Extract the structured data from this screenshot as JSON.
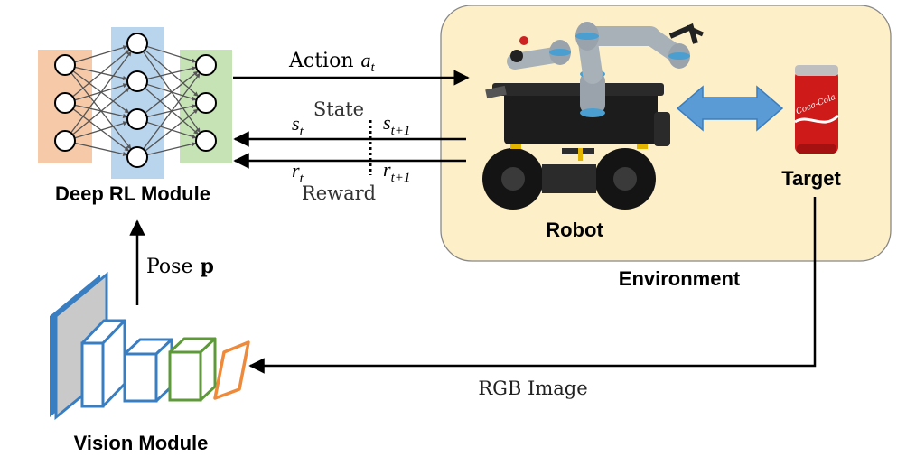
{
  "modules": {
    "deep_rl": "Deep RL Module",
    "vision": "Vision Module"
  },
  "environment": {
    "label": "Environment",
    "robot": "Robot",
    "target": "Target"
  },
  "signals": {
    "action": {
      "word": "Action",
      "var": "a",
      "sub": "t"
    },
    "state": {
      "label": "State",
      "var": "s",
      "sub_left": "t",
      "sub_right": "t+1"
    },
    "reward": {
      "label": "Reward",
      "var": "r",
      "sub_left": "t",
      "sub_right": "t+1"
    },
    "pose": {
      "word": "Pose",
      "var": "p"
    },
    "rgb": "RGB Image"
  },
  "can_text": "Coca-Cola",
  "colors": {
    "input_layer": "#f6c9a8",
    "hidden_layer": "#b9d5ee",
    "output_layer": "#c5e3b5",
    "environment_fill": "#fdf0c9",
    "double_arrow": "#5b9bd5",
    "vision_blue": "#3a7ec2",
    "vision_green": "#5f9a3a",
    "vision_orange": "#ee8a3a",
    "vision_gray": "#c9c9c9"
  }
}
